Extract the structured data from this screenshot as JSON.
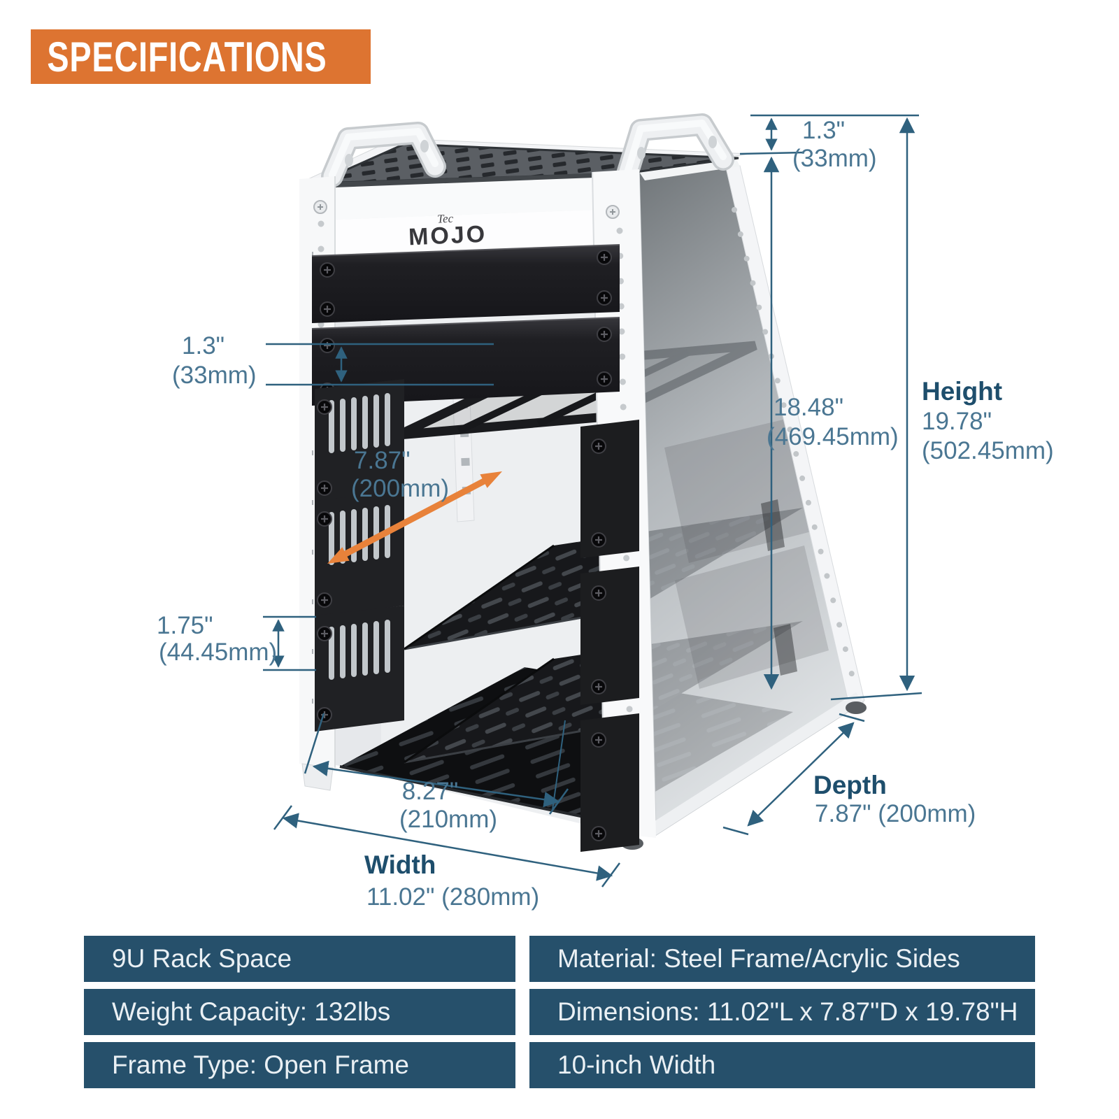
{
  "header": {
    "title": "SPECIFICATIONS"
  },
  "colors": {
    "accent_orange": "#DD7431",
    "dimension_blue": "#2F617E",
    "depth_arrow_orange": "#E8823A",
    "table_bg": "#26506B"
  },
  "brand": {
    "script": "Tec",
    "main": "MOJO"
  },
  "dims": {
    "handle_h_in": "1.3\"",
    "handle_h_mm": "(33mm)",
    "body_h_in": "18.48\"",
    "body_h_mm": "(469.45mm)",
    "height_label": "Height",
    "height_in": "19.78\"",
    "height_mm": "(502.45mm)",
    "rail_in": "1.3\"",
    "rail_mm": "(33mm)",
    "shelf_depth_in": "7.87\"",
    "shelf_depth_mm": "(200mm)",
    "unit_in": "1.75\"",
    "unit_mm": "(44.45mm)",
    "inner_w_in": "8.27\"",
    "inner_w_mm": "(210mm)",
    "width_label": "Width",
    "width_value": "11.02\" (280mm)",
    "depth_label": "Depth",
    "depth_value": "7.87\" (200mm)"
  },
  "spec_table": {
    "rows": [
      {
        "left": "9U Rack Space",
        "right": "Material: Steel Frame/Acrylic Sides"
      },
      {
        "left": "Weight Capacity: 132lbs",
        "right": "Dimensions: 11.02\"L x 7.87\"D x 19.78\"H"
      },
      {
        "left": "Frame Type: Open Frame",
        "right": "10-inch Width"
      }
    ]
  }
}
